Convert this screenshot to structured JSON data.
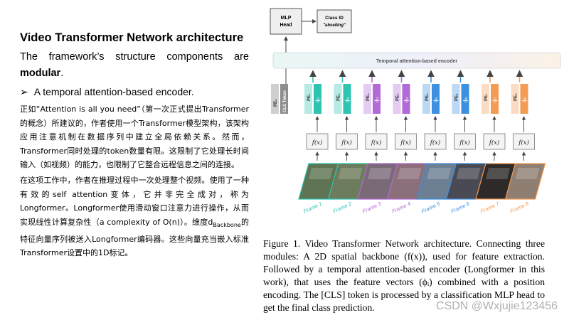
{
  "left": {
    "title": "Video Transformer Network architecture",
    "intro_prefix": "The framework’s structure components are ",
    "intro_bold": "modular",
    "intro_suffix": ".",
    "bullet_marker": "➢",
    "bullet_text": "A temporal attention-based encoder.",
    "para1": "正如“Attention is all you need”（第一次正式提出Transformer的概念）所建议的，作者使用一个Transformer模型架构，该架构应用注意机制在数据序列中建立全局依赖关系。然而，Transformer同时处理的token数量有限。这限制了它处理长时间输入（如视频）的能力，也限制了它整合远程信息之间的连接。",
    "para2_a": "在这项工作中，作者在推理过程中一次处理整个视频。使用了一种有效的self attention变体，它并非完全成对，称为Longformer。Longformer使用滑动窗口注意力进行操作，从而实现线性计算复杂性（a complexity of O(n)）。维度d",
    "para2_sub": "Backbone",
    "para2_b": "的特征向量序列被送入Longformer编码器。这些向量充当嵌入标准Transformer设置中的1D标记。"
  },
  "diagram": {
    "mlp_label_1": "MLP",
    "mlp_label_2": "Head",
    "class_label_1": "Class ID",
    "class_label_2": "\"abseiling\"",
    "encoder_label": "Temporal attention-based encoder",
    "pe0_label": "PE₀",
    "cls_label": "CLS Token",
    "fx_label": "f(x)",
    "pe_labels": [
      "PE₁",
      "PE₂",
      "PE₃",
      "PE₄",
      "PE₅",
      "PE₆",
      "PE₇",
      "PE₈"
    ],
    "phi_labels": [
      "ϕ₁",
      "ϕ₂",
      "ϕ₃",
      "ϕ₄",
      "ϕ₅",
      "ϕ₆",
      "ϕ₇",
      "ϕ₈"
    ],
    "frame_labels": [
      "Frame 1",
      "Frame 2",
      "Frame 3",
      "Frame 4",
      "Frame 5",
      "Frame 6",
      "Frame 7",
      "Frame 8"
    ],
    "token_colors": [
      "#2fc4b2",
      "#2fc4b2",
      "#b26ad8",
      "#b26ad8",
      "#3d8fe0",
      "#3d8fe0",
      "#f39b52",
      "#f39b52"
    ],
    "frame_fill": [
      "#5f7452",
      "#6d7c5c",
      "#7a6a78",
      "#8b6f7a",
      "#6c7f93",
      "#4a4a55",
      "#2e2a2a",
      "#8f7f72"
    ]
  },
  "caption": "Figure 1. Video Transformer Network architecture. Connecting three modules: A 2D spatial backbone (f(x)), used for feature extraction. Followed by a temporal attention-based encoder (Longformer in this work), that uses the feature vectors (ϕᵢ) combined with a position encoding. The [CLS] token is processed by a classification MLP head to get the final class prediction.",
  "watermark": "CSDN @Wxjujie123456"
}
